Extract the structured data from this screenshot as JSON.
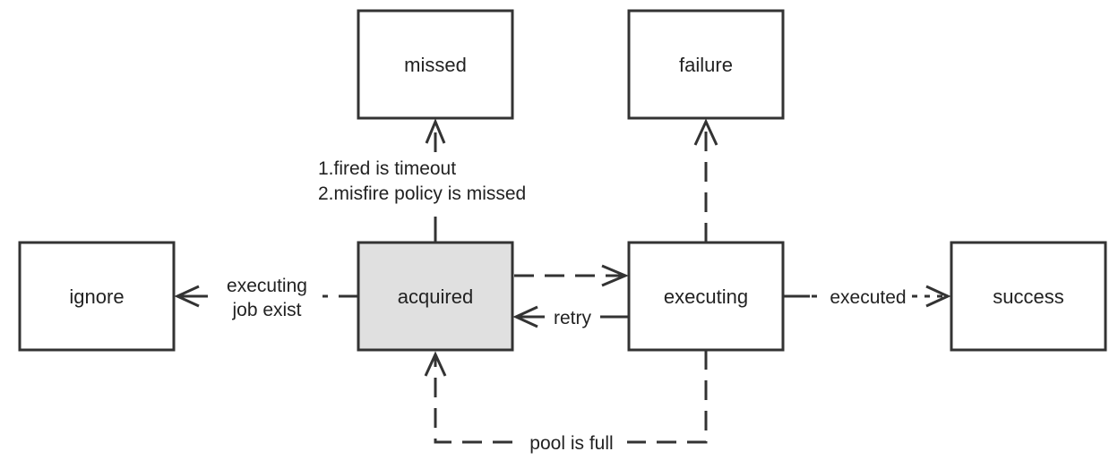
{
  "nodes": {
    "missed": "missed",
    "failure": "failure",
    "ignore": "ignore",
    "acquired": "acquired",
    "executing": "executing",
    "success": "success"
  },
  "edges": {
    "to_missed_line1": "1.fired is timeout",
    "to_missed_line2": "2.misfire policy is missed",
    "to_ignore_line1": "executing",
    "to_ignore_line2": "job exist",
    "retry": "retry",
    "executed": "executed",
    "pool_full": "pool is full"
  },
  "colors": {
    "stroke": "#333333",
    "active_fill": "#e0e0e0",
    "background": "#ffffff"
  }
}
